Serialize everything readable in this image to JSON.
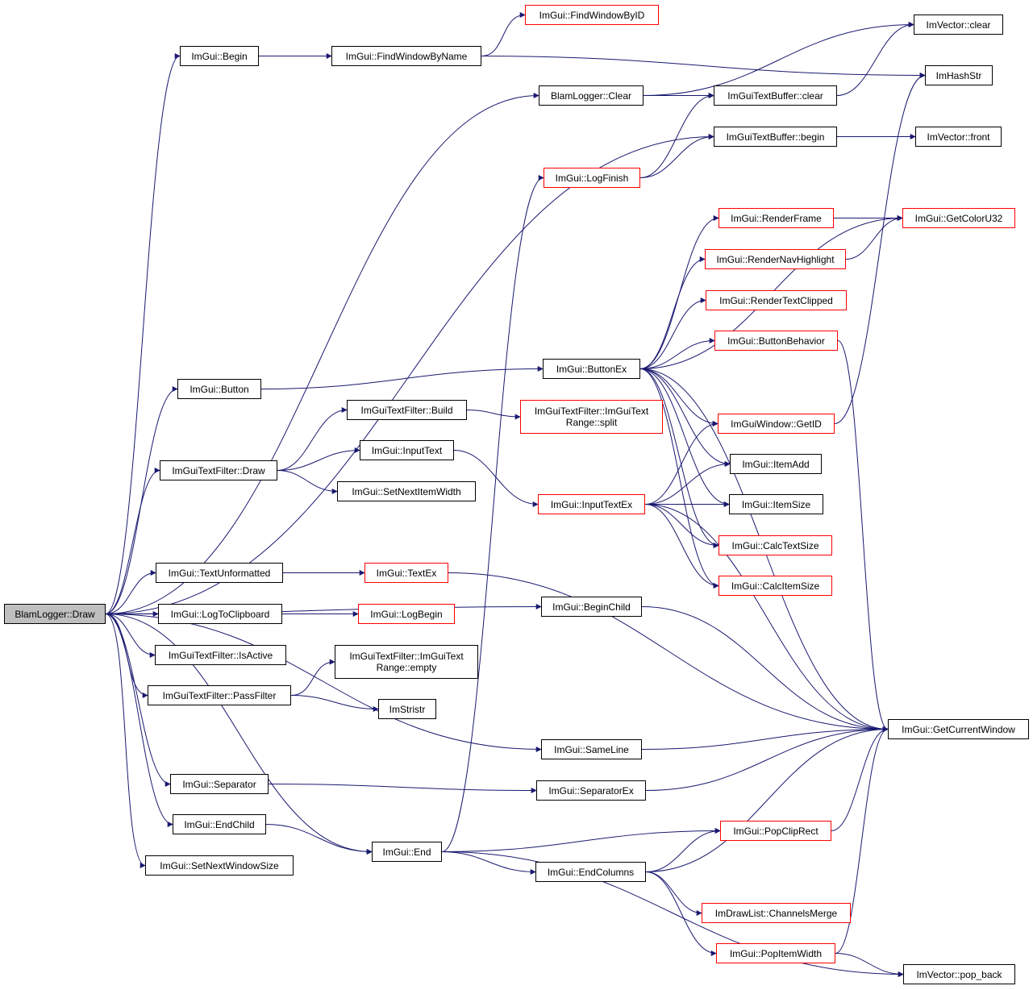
{
  "colors": {
    "edge": "#191970",
    "node_border": "#000000",
    "external_border": "#ff0000",
    "root_fill": "#bfbfbf"
  },
  "nodes": {
    "draw": {
      "label": "BlamLogger::Draw",
      "kind": "root"
    },
    "begin": {
      "label": "ImGui::Begin",
      "kind": "normal"
    },
    "findWindowByName": {
      "label": "ImGui::FindWindowByName",
      "kind": "normal"
    },
    "findWindowByID": {
      "label": "ImGui::FindWindowByID",
      "kind": "external"
    },
    "imVectorClear": {
      "label": "ImVector::clear",
      "kind": "normal"
    },
    "imHashStr": {
      "label": "ImHashStr",
      "kind": "normal"
    },
    "blamClear": {
      "label": "BlamLogger::Clear",
      "kind": "normal"
    },
    "textBufClear": {
      "label": "ImGuiTextBuffer::clear",
      "kind": "normal"
    },
    "textBufBegin": {
      "label": "ImGuiTextBuffer::begin",
      "kind": "normal"
    },
    "imVectorFront": {
      "label": "ImVector::front",
      "kind": "normal"
    },
    "logFinish": {
      "label": "ImGui::LogFinish",
      "kind": "external"
    },
    "renderFrame": {
      "label": "ImGui::RenderFrame",
      "kind": "external"
    },
    "getColorU32": {
      "label": "ImGui::GetColorU32",
      "kind": "external"
    },
    "renderNavHighlight": {
      "label": "ImGui::RenderNavHighlight",
      "kind": "external"
    },
    "renderTextClipped": {
      "label": "ImGui::RenderTextClipped",
      "kind": "external"
    },
    "buttonBehavior": {
      "label": "ImGui::ButtonBehavior",
      "kind": "external"
    },
    "buttonEx": {
      "label": "ImGui::ButtonEx",
      "kind": "normal"
    },
    "button": {
      "label": "ImGui::Button",
      "kind": "normal"
    },
    "filterBuild": {
      "label": "ImGuiTextFilter::Build",
      "kind": "normal"
    },
    "rangeSplit": {
      "label": "ImGuiTextFilter::ImGuiText\nRange::split",
      "kind": "external"
    },
    "getID": {
      "label": "ImGuiWindow::GetID",
      "kind": "external"
    },
    "inputText": {
      "label": "ImGui::InputText",
      "kind": "normal"
    },
    "filterDraw": {
      "label": "ImGuiTextFilter::Draw",
      "kind": "normal"
    },
    "itemAdd": {
      "label": "ImGui::ItemAdd",
      "kind": "normal"
    },
    "setNextItemWidth": {
      "label": "ImGui::SetNextItemWidth",
      "kind": "normal"
    },
    "inputTextEx": {
      "label": "ImGui::InputTextEx",
      "kind": "external"
    },
    "itemSize": {
      "label": "ImGui::ItemSize",
      "kind": "normal"
    },
    "calcTextSize": {
      "label": "ImGui::CalcTextSize",
      "kind": "external"
    },
    "textUnformatted": {
      "label": "ImGui::TextUnformatted",
      "kind": "normal"
    },
    "textEx": {
      "label": "ImGui::TextEx",
      "kind": "external"
    },
    "calcItemSize": {
      "label": "ImGui::CalcItemSize",
      "kind": "external"
    },
    "beginChild": {
      "label": "ImGui::BeginChild",
      "kind": "normal"
    },
    "logToClipboard": {
      "label": "ImGui::LogToClipboard",
      "kind": "normal"
    },
    "logBegin": {
      "label": "ImGui::LogBegin",
      "kind": "external"
    },
    "isActive": {
      "label": "ImGuiTextFilter::IsActive",
      "kind": "normal"
    },
    "rangeEmpty": {
      "label": "ImGuiTextFilter::ImGuiText\nRange::empty",
      "kind": "normal"
    },
    "passFilter": {
      "label": "ImGuiTextFilter::PassFilter",
      "kind": "normal"
    },
    "imStristr": {
      "label": "ImStristr",
      "kind": "normal"
    },
    "getCurrentWindow": {
      "label": "ImGui::GetCurrentWindow",
      "kind": "normal"
    },
    "sameLine": {
      "label": "ImGui::SameLine",
      "kind": "normal"
    },
    "separator": {
      "label": "ImGui::Separator",
      "kind": "normal"
    },
    "separatorEx": {
      "label": "ImGui::SeparatorEx",
      "kind": "normal"
    },
    "endChild": {
      "label": "ImGui::EndChild",
      "kind": "normal"
    },
    "popClipRect": {
      "label": "ImGui::PopClipRect",
      "kind": "external"
    },
    "end": {
      "label": "ImGui::End",
      "kind": "normal"
    },
    "setNextWindowSize": {
      "label": "ImGui::SetNextWindowSize",
      "kind": "normal"
    },
    "endColumns": {
      "label": "ImGui::EndColumns",
      "kind": "normal"
    },
    "channelsMerge": {
      "label": "ImDrawList::ChannelsMerge",
      "kind": "external"
    },
    "popItemWidth": {
      "label": "ImGui::PopItemWidth",
      "kind": "external"
    },
    "popBack": {
      "label": "ImVector::pop_back",
      "kind": "normal"
    }
  },
  "edges": [
    [
      "draw",
      "begin"
    ],
    [
      "draw",
      "blamClear"
    ],
    [
      "draw",
      "textBufBegin"
    ],
    [
      "draw",
      "button"
    ],
    [
      "draw",
      "filterDraw"
    ],
    [
      "draw",
      "beginChild"
    ],
    [
      "draw",
      "textUnformatted"
    ],
    [
      "draw",
      "logToClipboard"
    ],
    [
      "draw",
      "isActive"
    ],
    [
      "draw",
      "passFilter"
    ],
    [
      "draw",
      "sameLine"
    ],
    [
      "draw",
      "separator"
    ],
    [
      "draw",
      "endChild"
    ],
    [
      "draw",
      "setNextWindowSize"
    ],
    [
      "draw",
      "end"
    ],
    [
      "begin",
      "findWindowByName"
    ],
    [
      "findWindowByName",
      "findWindowByID"
    ],
    [
      "findWindowByName",
      "imHashStr"
    ],
    [
      "blamClear",
      "imVectorClear"
    ],
    [
      "blamClear",
      "textBufClear"
    ],
    [
      "textBufClear",
      "imVectorClear"
    ],
    [
      "textBufBegin",
      "imVectorFront"
    ],
    [
      "logFinish",
      "textBufClear"
    ],
    [
      "logFinish",
      "textBufBegin"
    ],
    [
      "button",
      "buttonEx"
    ],
    [
      "buttonEx",
      "getColorU32"
    ],
    [
      "buttonEx",
      "renderFrame"
    ],
    [
      "buttonEx",
      "renderNavHighlight"
    ],
    [
      "buttonEx",
      "renderTextClipped"
    ],
    [
      "buttonEx",
      "buttonBehavior"
    ],
    [
      "buttonEx",
      "getID"
    ],
    [
      "buttonEx",
      "itemAdd"
    ],
    [
      "buttonEx",
      "itemSize"
    ],
    [
      "buttonEx",
      "calcTextSize"
    ],
    [
      "buttonEx",
      "calcItemSize"
    ],
    [
      "buttonEx",
      "getCurrentWindow"
    ],
    [
      "renderFrame",
      "getColorU32"
    ],
    [
      "renderNavHighlight",
      "getColorU32"
    ],
    [
      "buttonBehavior",
      "getCurrentWindow"
    ],
    [
      "getID",
      "imHashStr"
    ],
    [
      "filterDraw",
      "filterBuild"
    ],
    [
      "filterDraw",
      "inputText"
    ],
    [
      "filterDraw",
      "setNextItemWidth"
    ],
    [
      "filterBuild",
      "rangeSplit"
    ],
    [
      "inputText",
      "inputTextEx"
    ],
    [
      "inputTextEx",
      "getID"
    ],
    [
      "inputTextEx",
      "itemAdd"
    ],
    [
      "inputTextEx",
      "itemSize"
    ],
    [
      "inputTextEx",
      "calcTextSize"
    ],
    [
      "inputTextEx",
      "calcItemSize"
    ],
    [
      "inputTextEx",
      "getCurrentWindow"
    ],
    [
      "textUnformatted",
      "textEx"
    ],
    [
      "textEx",
      "getCurrentWindow"
    ],
    [
      "beginChild",
      "getCurrentWindow"
    ],
    [
      "logToClipboard",
      "logBegin"
    ],
    [
      "passFilter",
      "rangeEmpty"
    ],
    [
      "passFilter",
      "imStristr"
    ],
    [
      "sameLine",
      "getCurrentWindow"
    ],
    [
      "separator",
      "separatorEx"
    ],
    [
      "separatorEx",
      "getCurrentWindow"
    ],
    [
      "endChild",
      "end"
    ],
    [
      "end",
      "logFinish"
    ],
    [
      "end",
      "popClipRect"
    ],
    [
      "end",
      "endColumns"
    ],
    [
      "end",
      "popBack"
    ],
    [
      "endColumns",
      "popClipRect"
    ],
    [
      "endColumns",
      "getCurrentWindow"
    ],
    [
      "endColumns",
      "channelsMerge"
    ],
    [
      "endColumns",
      "popItemWidth"
    ],
    [
      "popClipRect",
      "getCurrentWindow"
    ],
    [
      "popItemWidth",
      "getCurrentWindow"
    ],
    [
      "popItemWidth",
      "popBack"
    ]
  ]
}
